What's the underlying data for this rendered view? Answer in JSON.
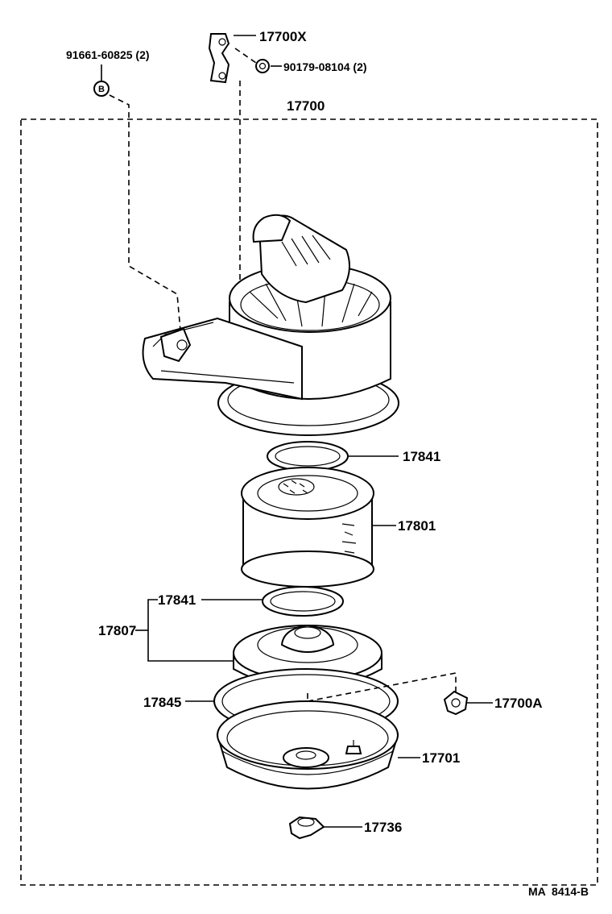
{
  "diagram": {
    "assembly_label": "17700",
    "drawing_code": "MA  8414-B",
    "bracket_label": "17700X",
    "bolt_label": "91661-60825 (2)",
    "bolt_marker": "B",
    "nut_label": "90179-08104 (2)",
    "gasket_top_label": "17841",
    "element_label": "17801",
    "gasket_lower_label": "17841",
    "subassembly_label": "17807",
    "seal_ring_label": "17845",
    "clamp_label": "17700A",
    "lower_case_label": "17701",
    "valve_label": "17736"
  }
}
